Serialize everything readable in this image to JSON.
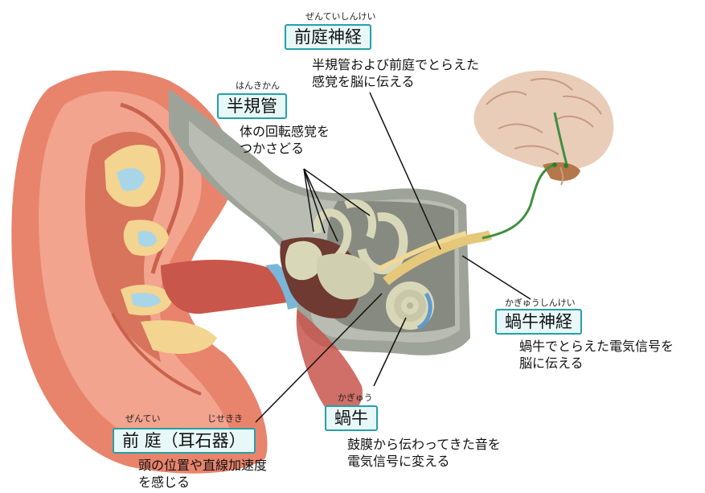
{
  "labels": {
    "vestibular_nerve": {
      "reading": "ぜんていしんけい",
      "name": "前庭神経",
      "desc1": "半規管および前庭でとらえた",
      "desc2": "感覚を脳に伝える"
    },
    "semicircular_canals": {
      "reading": "はんきかん",
      "name": "半規管",
      "desc1": "体の回転感覚を",
      "desc2": "つかさどる"
    },
    "cochlear_nerve": {
      "reading": "かぎゅうしんけい",
      "name": "蝸牛神経",
      "desc1": "蝸牛でとらえた電気信号を",
      "desc2": "脳に伝える"
    },
    "cochlea": {
      "reading": "かぎゅう",
      "name": "蝸牛",
      "desc1": "鼓膜から伝わってきた音を",
      "desc2": "電気信号に変える"
    },
    "vestibule": {
      "reading1": "ぜんてい",
      "reading2": "じせきき",
      "name": "前 庭（耳石器）",
      "desc1": "頭の位置や直線加速度",
      "desc2": "を感じる"
    }
  },
  "colors": {
    "label_border": "#25a0a8",
    "label_fill": "#e8f7f8",
    "nerve_green": "#3f8f3f",
    "skin": "#e8826a",
    "bone": "#9ea39a"
  }
}
